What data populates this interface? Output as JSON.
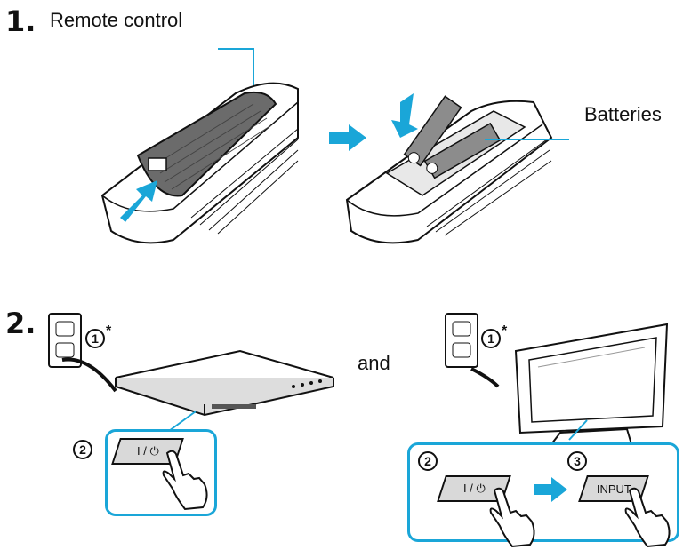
{
  "step1": {
    "number": "1.",
    "title": "Remote control",
    "batteries_label": "Batteries"
  },
  "step2": {
    "number": "2.",
    "and_label": "and",
    "step_marker_1": "1",
    "asterisk": "*",
    "step_marker_2": "2",
    "step_marker_3": "3",
    "power_button_label": "I / ⏻",
    "input_button_label": "INPUT"
  },
  "colors": {
    "accent": "#1aa6d8",
    "button": "#d9d9d9"
  }
}
